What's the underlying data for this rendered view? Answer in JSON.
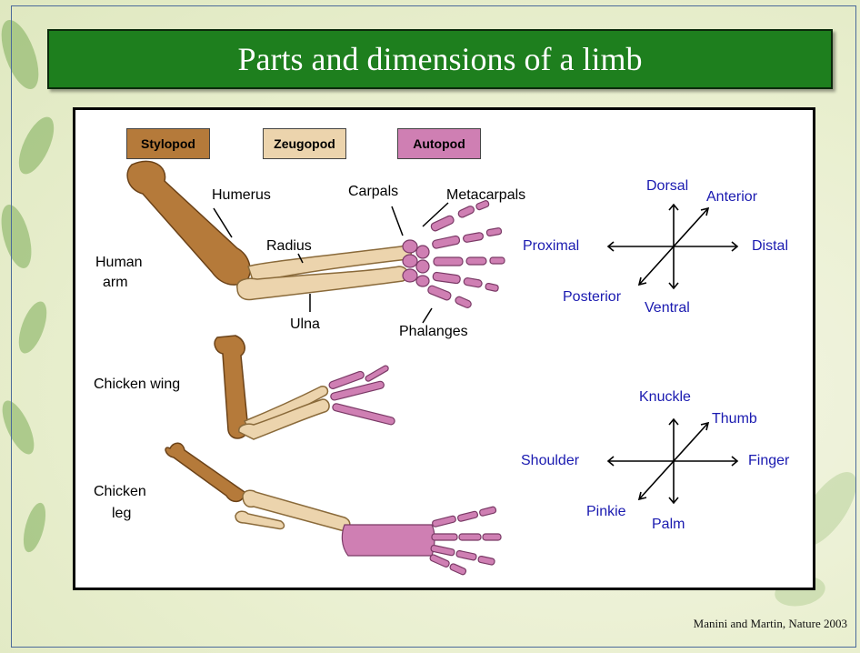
{
  "title": "Parts and dimensions of a limb",
  "legend": {
    "stylopod": "Stylopod",
    "zeugopod": "Zeugopod",
    "autopod": "Autopod"
  },
  "colors": {
    "stylopod": "#b57a3a",
    "zeugopod": "#ecd4ad",
    "autopod": "#cf7fb3",
    "title_bg": "#1e7f1e",
    "direction_text": "#1a1ab0"
  },
  "bones": {
    "humerus": "Humerus",
    "radius": "Radius",
    "ulna": "Ulna",
    "carpals": "Carpals",
    "metacarpals": "Metacarpals",
    "phalanges": "Phalanges"
  },
  "limbs": {
    "human_arm_line1": "Human",
    "human_arm_line2": "arm",
    "chicken_wing": "Chicken wing",
    "chicken_leg_line1": "Chicken",
    "chicken_leg_line2": "leg"
  },
  "axes_anatomical": {
    "up": "Dorsal",
    "diag_up": "Anterior",
    "left": "Proximal",
    "right": "Distal",
    "diag_down": "Posterior",
    "down": "Ventral"
  },
  "axes_hand": {
    "up": "Knuckle",
    "diag_up": "Thumb",
    "left": "Shoulder",
    "right": "Finger",
    "diag_down": "Pinkie",
    "down": "Palm"
  },
  "citation": "Manini and Martin, Nature 2003"
}
